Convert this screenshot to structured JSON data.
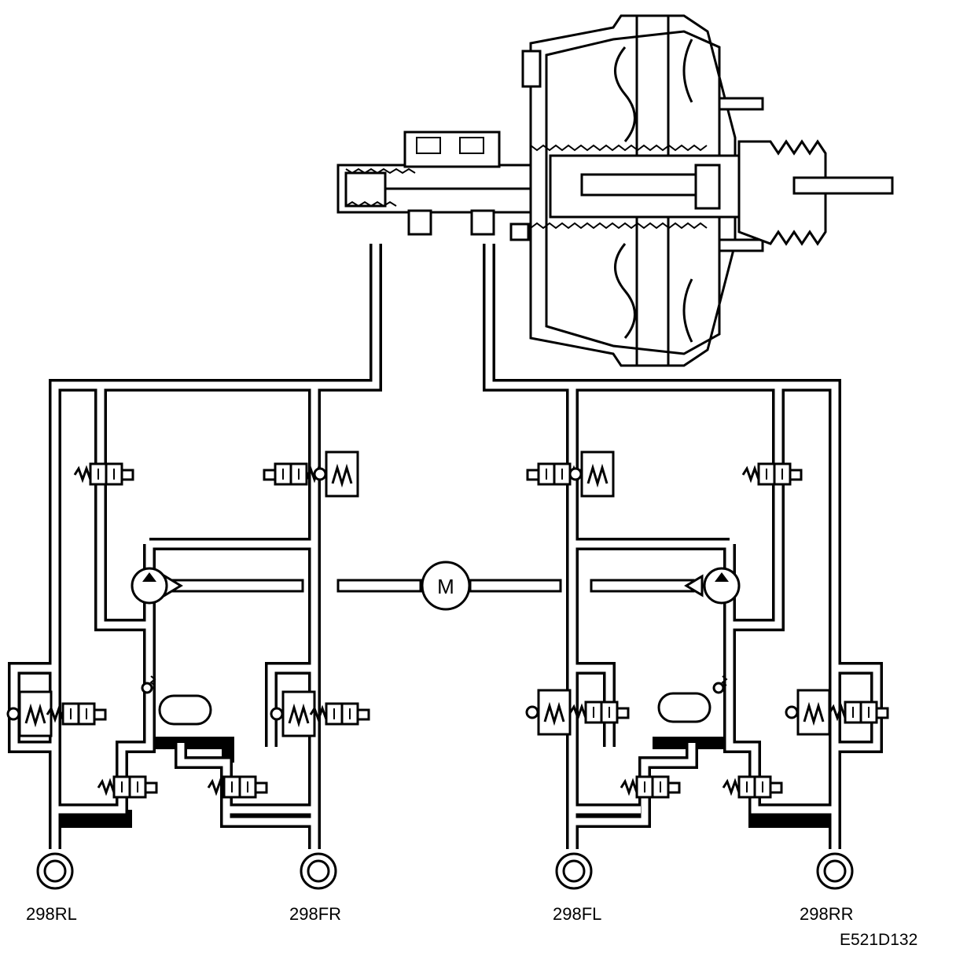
{
  "diagram": {
    "motor_symbol": "M",
    "wheel_labels": {
      "rear_left": "298RL",
      "front_right": "298FR",
      "front_left": "298FL",
      "rear_right": "298RR"
    },
    "reference_code": "E521D132"
  },
  "colors": {
    "line": "#000000",
    "background": "#ffffff"
  }
}
